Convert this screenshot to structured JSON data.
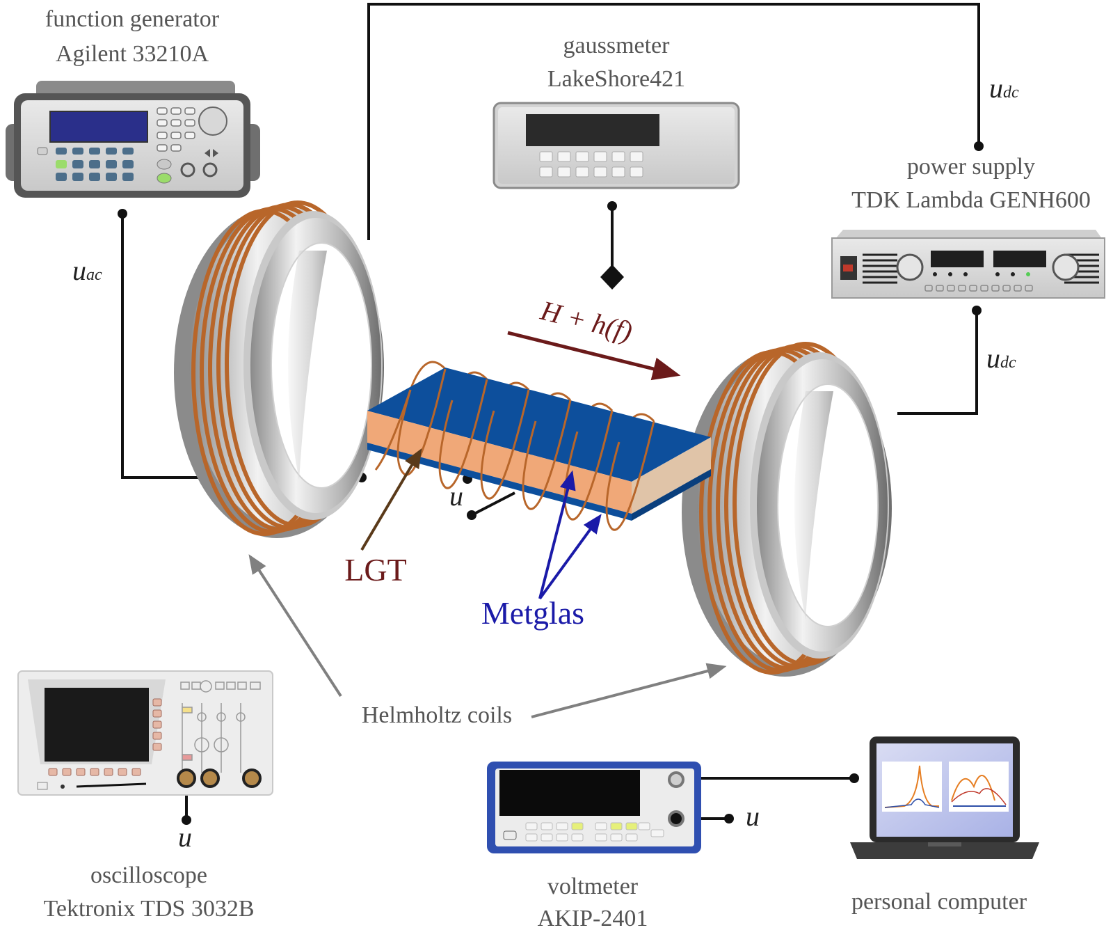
{
  "labels": {
    "function_generator": {
      "line1": "function generator",
      "line2": "Agilent 33210A"
    },
    "gaussmeter": {
      "line1": "gaussmeter",
      "line2": "LakeShore421"
    },
    "power_supply": {
      "line1": "power supply",
      "line2": "TDK Lambda GENH600"
    },
    "oscilloscope": {
      "line1": "oscilloscope",
      "line2": "Tektronix TDS 3032B"
    },
    "voltmeter": {
      "line1": "voltmeter",
      "line2": "AKIP-2401"
    },
    "personal_computer": "personal computer",
    "helmholtz_coils": "Helmholtz coils",
    "lgt": "LGT",
    "metglas": "Metglas",
    "field": "H + h(f)"
  },
  "signals": {
    "u_ac_base": "u",
    "u_ac_sub": "ac",
    "u_dc_base": "u",
    "u_dc_sub": "dc",
    "u": "u"
  },
  "colors": {
    "copper": "#b8662a",
    "steel_light": "#e6e6e6",
    "steel_dark": "#7a7a7a",
    "metglas_blue": "#0d4f9c",
    "lgt_orange": "#f0a878",
    "lgt_label": "#6b1a1a",
    "metglas_label": "#1a1aa8",
    "field_arrow": "#6b1a1a",
    "helmholtz_arrow": "#808080"
  }
}
